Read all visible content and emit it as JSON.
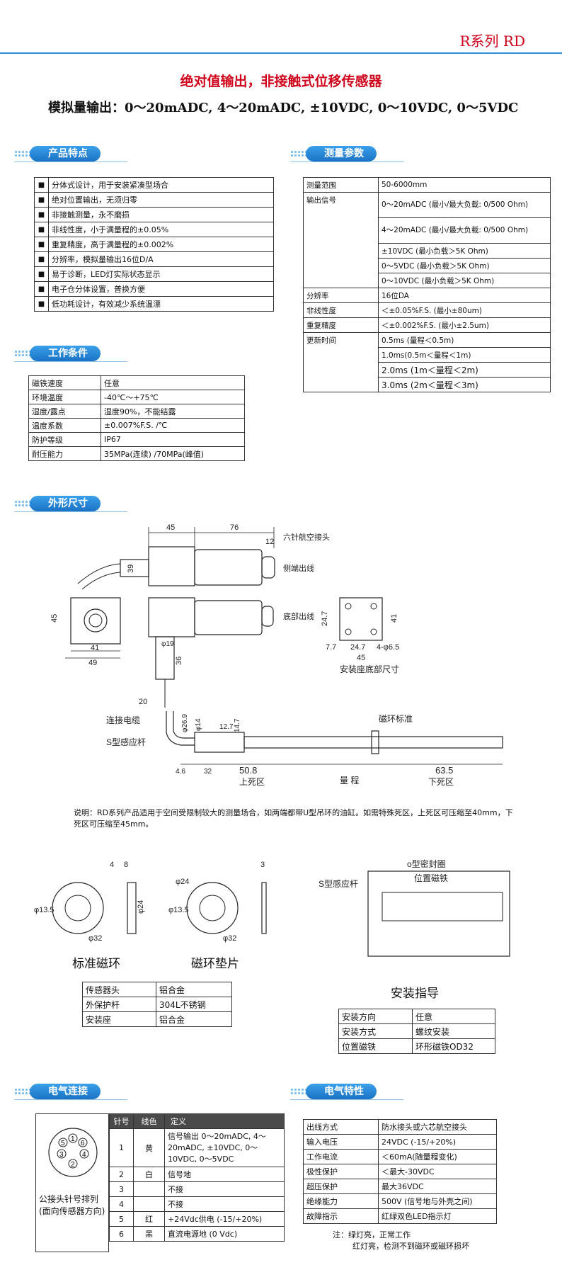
{
  "header": {
    "series": "R系列  RD",
    "title": "绝对值输出，非接触式位移传感器",
    "subtitle": "模拟量输出：0～20mADC, 4～20mADC, ±10VDC, 0～10VDC, 0～5VDC"
  },
  "sections": {
    "features": "产品特点",
    "measure": "测量参数",
    "conditions": "工作条件",
    "dimensions": "外形尺寸",
    "wiring": "电气连接",
    "electrical": "电气特性"
  },
  "features": [
    "分体式设计，用于安装紧凑型场合",
    "绝对位置输出，无须归零",
    "非接触测量，永不磨损",
    "非线性度，小于满量程的±0.05%",
    "重复精度，高于满量程的±0.002%",
    "分辨率，模拟量输出16位D/A",
    "易于诊断，LED灯实际状态显示",
    "电子仓分体设置，普换方便",
    "低功耗设计，有效减少系统温漂"
  ],
  "measure": {
    "range_label": "测量范围",
    "range": "50-6000mm",
    "output_label": "输出信号",
    "outputs": [
      "0～20mADC (最小/最大负载: 0/500 Ohm)",
      "4～20mADC (最小/最大负载: 0/500 Ohm)",
      "±10VDC (最小负载＞5K Ohm)",
      "0～5VDC (最小负载＞5K Ohm)",
      "0～10VDC (最小负载＞5K Ohm)"
    ],
    "resolution_label": "分辨率",
    "resolution": "16位DA",
    "linearity_label": "非线性度",
    "linearity": "＜±0.05%F.S. (最小±80um)",
    "repeat_label": "重复精度",
    "repeat": "＜±0.002%F.S. (最小±2.5um)",
    "update_label": "更新时间",
    "updates": [
      "0.5ms (量程＜0.5m)",
      "1.0ms(0.5m＜量程＜1m)",
      "2.0ms (1m＜量程＜2m)",
      "3.0ms (2m＜量程＜3m)"
    ]
  },
  "conditions": [
    [
      "磁铁速度",
      "任意"
    ],
    [
      "环境温度",
      "-40℃～+75℃"
    ],
    [
      "湿度/露点",
      "湿度90%，不能结露"
    ],
    [
      "温度系数",
      "±0.007%F.S. /℃"
    ],
    [
      "防护等级",
      "IP67"
    ],
    [
      "耐压能力",
      "35MPa(连续) /70MPa(峰值)"
    ]
  ],
  "drawing": {
    "d45": "45",
    "d76": "76",
    "d12": "12",
    "d39": "39",
    "aviation": "六针航空接头",
    "side_out": "侧端出线",
    "bottom_out": "底部出线",
    "d45b": "45",
    "d41": "41",
    "d49": "49",
    "d19": "φ19",
    "d36": "36",
    "d20": "20",
    "m247": "24.7",
    "m41": "41",
    "m77": "7.7",
    "m247b": "24.7",
    "m65": "4-φ6.5",
    "m45": "45",
    "mount_caption": "安装座底部尺寸",
    "cable": "连接电缆",
    "srod": "S型感应杆",
    "std_mag": "磁环标准",
    "r269": "φ26.9",
    "r14": "φ14",
    "r127": "12.7",
    "r147": "14.7",
    "r46": "4.6",
    "r32": "32",
    "r508": "50.8",
    "r635": "63.5",
    "dead_top": "上死区",
    "stroke": "量 程",
    "dead_bottom": "下死区"
  },
  "note": "说明：RD系列产品适用于空间受限制较大的测量场合，如两端都带U型吊环的油缸。如需特殊死区，上死区可压缩至40mm，下死区可压缩至45mm。",
  "rings": {
    "std": "标准磁环",
    "spacer": "磁环垫片",
    "guide": "安装指导",
    "d4": "4",
    "d8": "8",
    "d135": "φ13.5",
    "d24": "φ24",
    "d32": "φ32",
    "d3": "3",
    "oring": "o型密封圈",
    "pos_mag": "位置磁铁",
    "srod": "S型感应杆"
  },
  "materials": [
    [
      "传感器头",
      "铝合金"
    ],
    [
      "外保护杆",
      "304L不锈钢"
    ],
    [
      "安装座",
      "铝合金"
    ]
  ],
  "install": [
    [
      "安装方向",
      "任意"
    ],
    [
      "安装方式",
      "螺纹安装"
    ],
    [
      "位置磁铁",
      "环形磁铁OD32"
    ]
  ],
  "wiring": {
    "headers": [
      "针号",
      "线色",
      "定义"
    ],
    "connector_caption": "公接头针号排列 (面向传感器方向)",
    "pins": [
      "1",
      "2",
      "3",
      "4",
      "5",
      "6"
    ],
    "rows": [
      [
        "1",
        "黄",
        "信号输出 0～20mADC, 4～20mADC, ±10VDC, 0～10VDC, 0～5VDC"
      ],
      [
        "2",
        "白",
        "信号地"
      ],
      [
        "3",
        "",
        "不接"
      ],
      [
        "4",
        "",
        "不接"
      ],
      [
        "5",
        "红",
        "+24Vdc供电 (-15/+20%)"
      ],
      [
        "6",
        "黑",
        "直流电源地 (0 Vdc)"
      ]
    ]
  },
  "electrical": [
    [
      "出线方式",
      "防水接头或六芯航空接头"
    ],
    [
      "输入电压",
      "24VDC (-15/+20%)"
    ],
    [
      "工作电流",
      "＜60mA(随量程变化)"
    ],
    [
      "极性保护",
      "＜最大-30VDC"
    ],
    [
      "超压保护",
      "最大36VDC"
    ],
    [
      "绝缘能力",
      "500V (信号地与外壳之间)"
    ],
    [
      "故障指示",
      "红绿双色LED指示灯"
    ]
  ],
  "led_note": [
    "注：绿灯亮，正常工作",
    "红灯亮，检测不到磁环或磁环损坏"
  ]
}
